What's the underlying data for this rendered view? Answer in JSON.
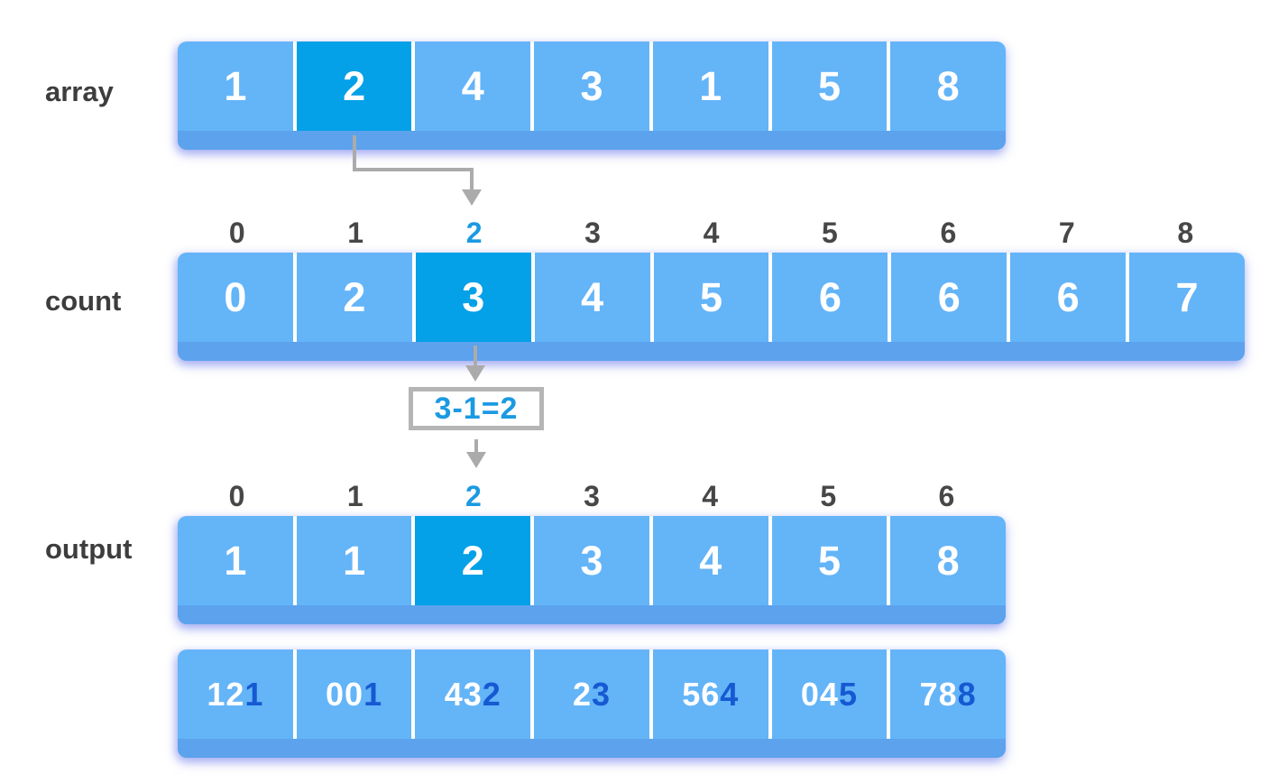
{
  "colors": {
    "cell_blue": "#64b4f8",
    "cell_highlight": "#04a0e8",
    "digit_dark_blue": "#1659d2",
    "accent_blue": "#1b9ae2",
    "arrow_gray": "#ababab",
    "box_border_gray": "#b5b5b5",
    "label_gray": "#3d3d3d",
    "index_gray": "#474747"
  },
  "array_row": {
    "label": "array",
    "values": [
      "1",
      "2",
      "4",
      "3",
      "1",
      "5",
      "8"
    ],
    "highlight_index": 1
  },
  "count_row": {
    "label": "count",
    "indices": [
      "0",
      "1",
      "2",
      "3",
      "4",
      "5",
      "6",
      "7",
      "8"
    ],
    "index_highlight": 2,
    "values": [
      "0",
      "2",
      "3",
      "4",
      "5",
      "6",
      "6",
      "6",
      "7"
    ],
    "highlight_index": 2
  },
  "operation_box": {
    "text": "3-1=2"
  },
  "output_row": {
    "label": "output",
    "indices": [
      "0",
      "1",
      "2",
      "3",
      "4",
      "5",
      "6"
    ],
    "index_highlight": 2,
    "values": [
      "1",
      "1",
      "2",
      "3",
      "4",
      "5",
      "8"
    ],
    "highlight_index": 2
  },
  "digits_row": {
    "values": [
      {
        "prefix": "12",
        "last": "1"
      },
      {
        "prefix": "00",
        "last": "1"
      },
      {
        "prefix": "43",
        "last": "2"
      },
      {
        "prefix": "2",
        "last": "3"
      },
      {
        "prefix": "56",
        "last": "4"
      },
      {
        "prefix": "04",
        "last": "5"
      },
      {
        "prefix": "78",
        "last": "8"
      }
    ]
  }
}
